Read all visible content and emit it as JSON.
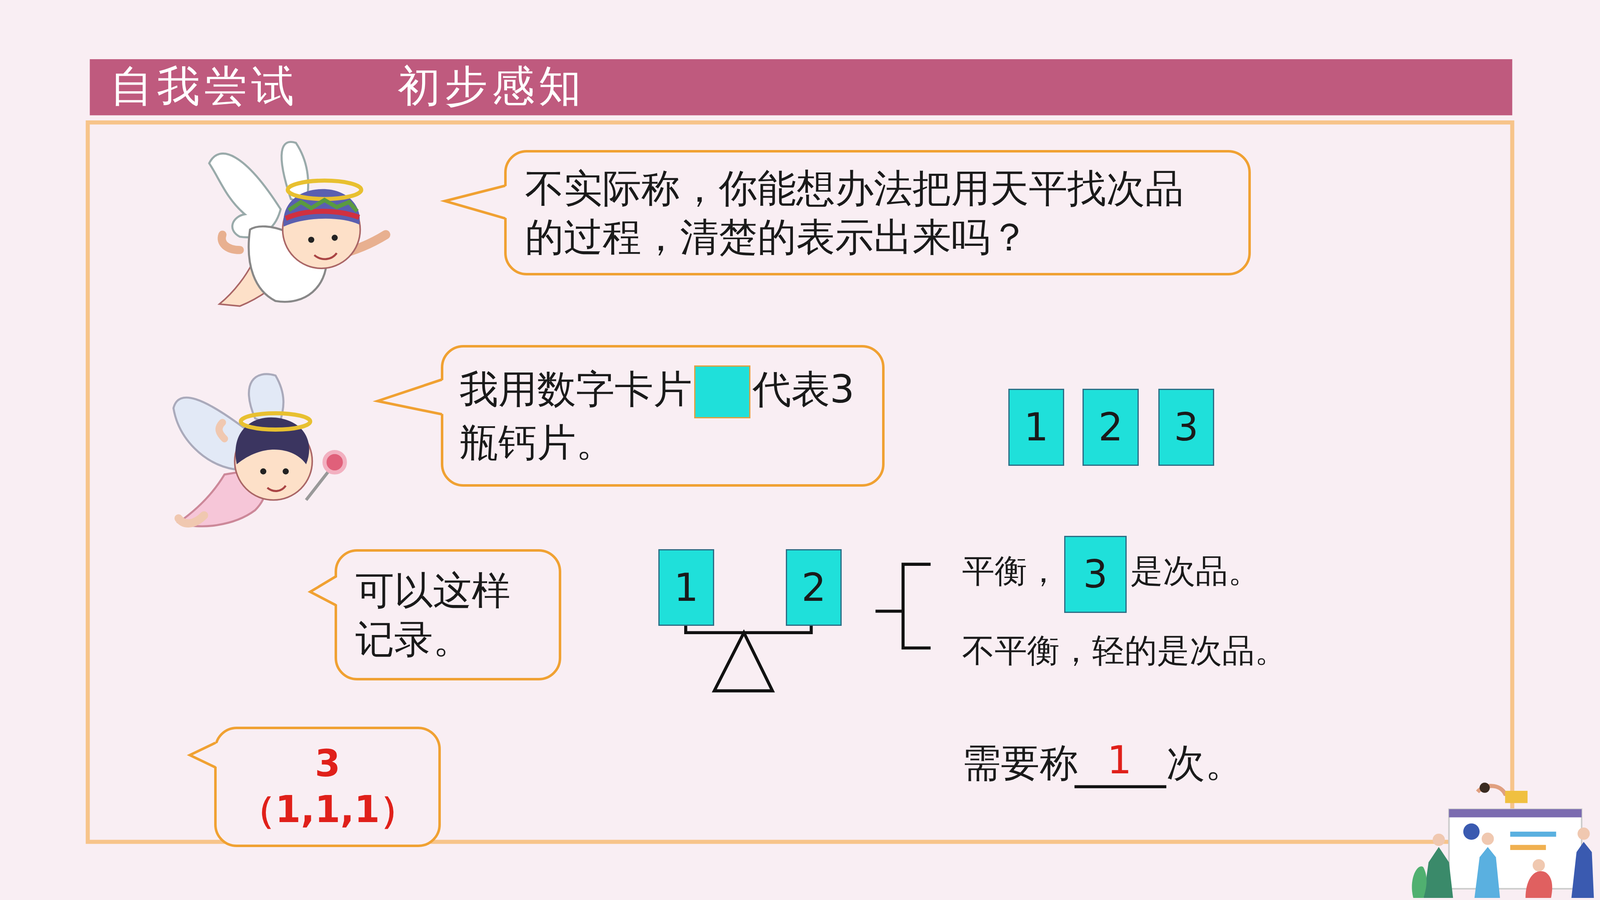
{
  "diagram": {
    "title": "自我尝试 初步感知",
    "nodes": [
      {
        "text": [
          "不实际称，你能想办法把用天平找次品的过程，清楚的表示出来吗？"
        ]
      },
      {
        "text": [
          "我用数字卡片",
          "代表3瓶钙片。"
        ]
      },
      {
        "text": [
          "1"
        ]
      },
      {
        "text": [
          "2"
        ]
      },
      {
        "text": [
          "3"
        ]
      },
      {
        "text": [
          "可以这样记录。"
        ]
      },
      {
        "text": [
          "1"
        ]
      },
      {
        "text": [
          "2"
        ]
      },
      {
        "text": [
          "3"
        ]
      },
      {
        "text": [
          "3（1,1,1）"
        ]
      }
    ],
    "labels": [
      "平衡，",
      "是次品。",
      "不平衡，轻的是次品。",
      "需要称",
      "1",
      "次。"
    ]
  }
}
